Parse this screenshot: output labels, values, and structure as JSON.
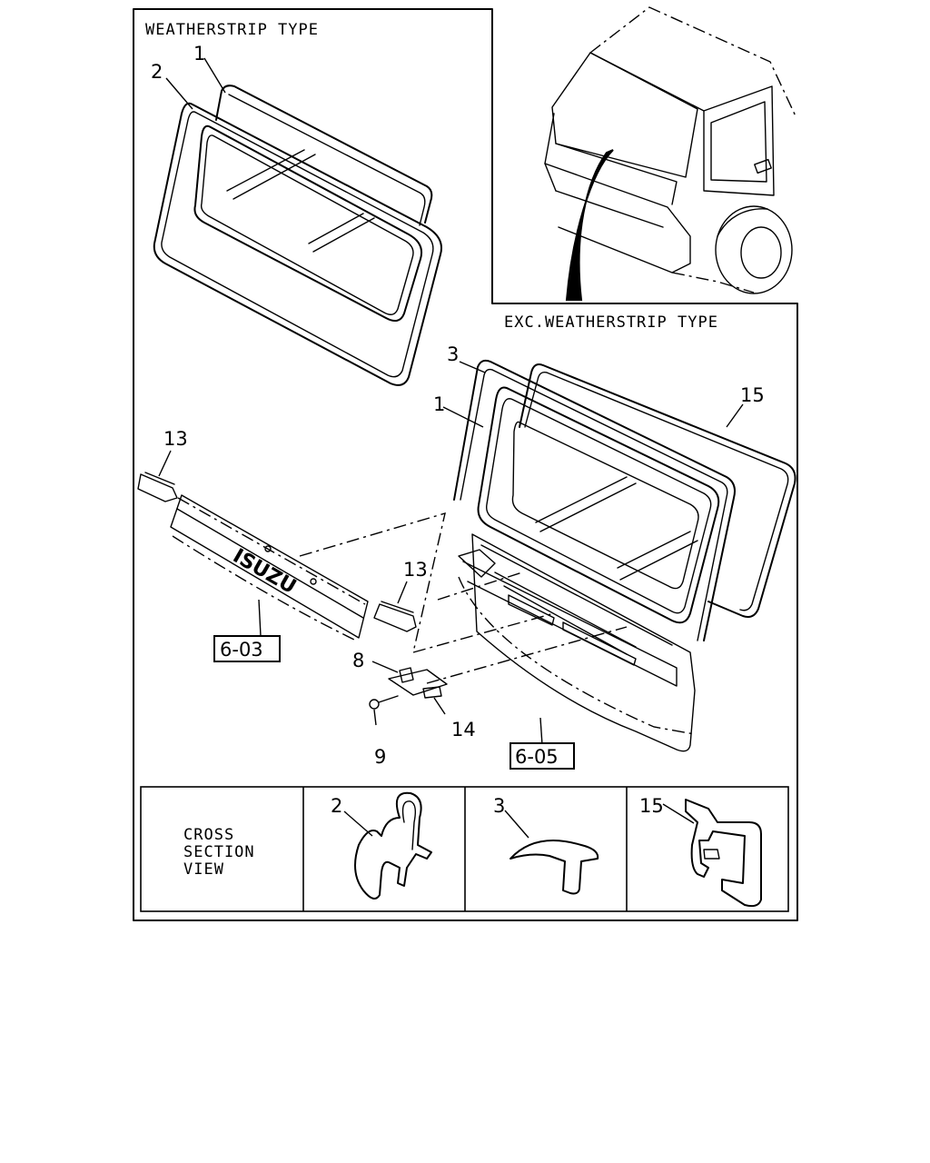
{
  "sections": {
    "weatherstrip_type": "WEATHERSTRIP TYPE",
    "exc_weatherstrip_type": "EXC.WEATHERSTRIP TYPE",
    "cross_section": [
      "CROSS",
      "SECTION",
      "VIEW"
    ]
  },
  "callouts": {
    "ws_glass": "1",
    "ws_weatherstrip": "2",
    "exc_molding": "3",
    "exc_glass": "1",
    "exc_dam": "15",
    "clip_left": "13",
    "clip_right": "13",
    "clip_nut": "8",
    "screw": "9",
    "grommet": "14",
    "cs_weatherstrip": "2",
    "cs_molding": "3",
    "cs_dam": "15"
  },
  "references": {
    "grille_ref": "6-03",
    "panel_ref": "6-05"
  },
  "grille_emblem": "ISUZU"
}
